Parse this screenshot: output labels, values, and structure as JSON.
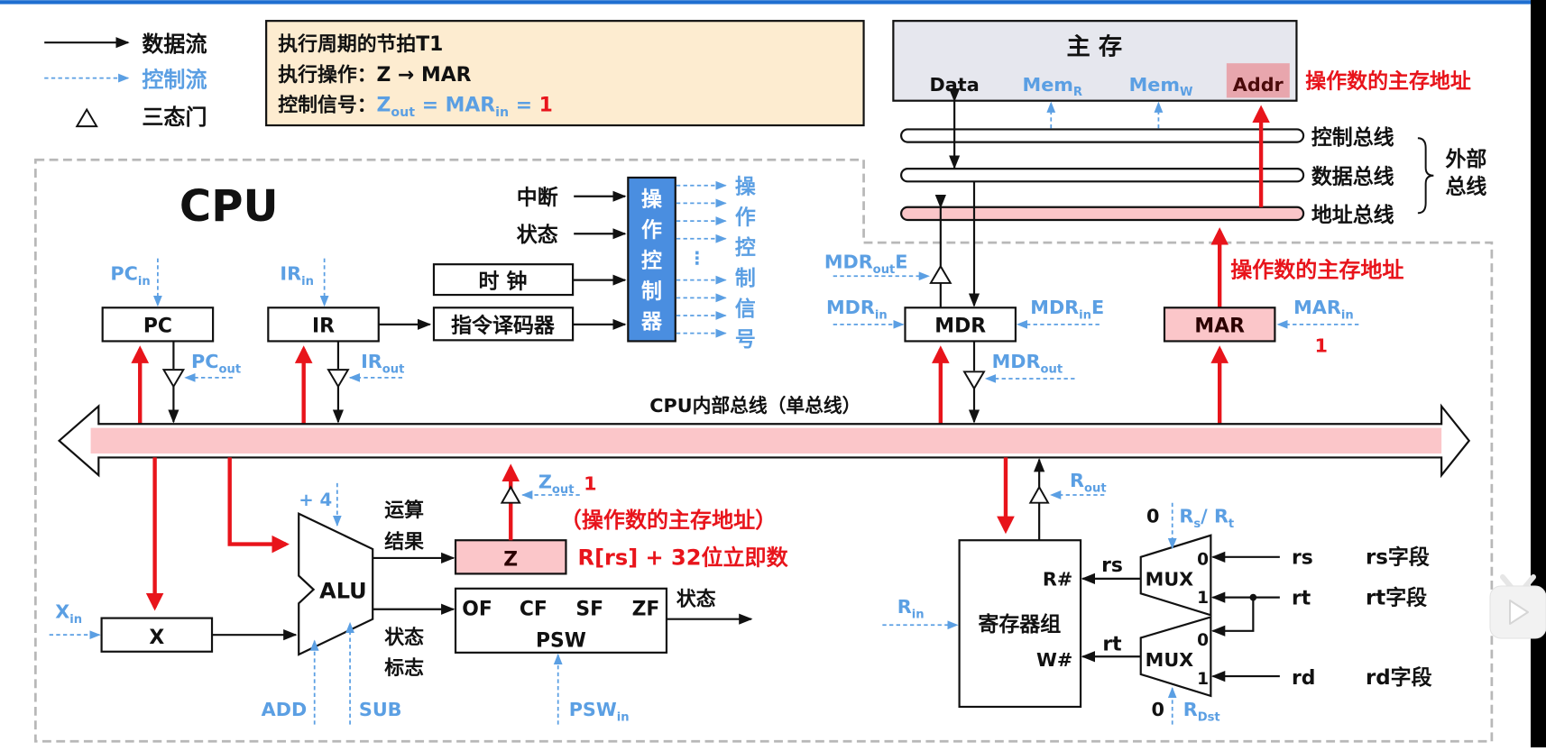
{
  "header_bar": {
    "color": "#1f6fd1"
  },
  "legend": {
    "items": [
      {
        "label": "数据流",
        "icon": "solid-arrow-icon"
      },
      {
        "label": "控制流",
        "icon": "dashed-arrow-icon"
      },
      {
        "label": "三态门",
        "icon": "triangle-icon"
      }
    ]
  },
  "info_box": {
    "line1": "执行周期的节拍T1",
    "line2_prefix": "执行操作：",
    "line2_op": "Z → MAR",
    "line3_prefix": "控制信号：",
    "line3_signals": "Zout = MARin = ",
    "line3_z": "Z",
    "line3_out": "out",
    "line3_eq": " = MAR",
    "line3_in": "in",
    "line3_eq2": " = ",
    "line3_value": "1"
  },
  "memory": {
    "title": "主  存",
    "data": "Data",
    "mem_r": "Mem",
    "mem_r_sub": "R",
    "mem_w": "Mem",
    "mem_w_sub": "W",
    "addr": "Addr",
    "addr_note": "操作数的主存地址"
  },
  "external_bus": {
    "control": "控制总线",
    "data": "数据总线",
    "address": "地址总线",
    "group_label_1": "外部",
    "group_label_2": "总线"
  },
  "cpu": {
    "title": "CPU",
    "internal_bus_label": "CPU内部总线（单总线）",
    "pc": "PC",
    "pc_in": "PC",
    "pc_in_sub": "in",
    "pc_out": "PC",
    "pc_out_sub": "out",
    "ir": "IR",
    "ir_in": "IR",
    "ir_in_sub": "in",
    "ir_out": "IR",
    "ir_out_sub": "out",
    "interrupt": "中断",
    "status": "状态",
    "clock": "时  钟",
    "decoder": "指令译码器",
    "controller": [
      "操",
      "作",
      "控",
      "制",
      "器"
    ],
    "control_signals": [
      "操",
      "作",
      "控",
      "制",
      "信",
      "号"
    ],
    "mdr": "MDR",
    "mdr_out_e": "MDR",
    "mdr_out_e_sub": "out",
    "mdr_out_e_suffix": "E",
    "mdr_in": "MDR",
    "mdr_in_sub": "in",
    "mdr_in_e": "MDR",
    "mdr_in_e_sub": "in",
    "mdr_in_e_suffix": "E",
    "mdr_out": "MDR",
    "mdr_out_sub": "out",
    "mar": "MAR",
    "mar_in": "MAR",
    "mar_in_sub": "in",
    "mar_in_value": "1",
    "mar_note": "操作数的主存地址",
    "x": "X",
    "x_in": "X",
    "x_in_sub": "in",
    "alu": "ALU",
    "plus4": "+ 4",
    "add": "ADD",
    "sub": "SUB",
    "alu_result_1": "运算",
    "alu_result_2": "结果",
    "alu_flags_1": "状态",
    "alu_flags_2": "标志",
    "z": "Z",
    "z_out": "Z",
    "z_out_sub": "out",
    "z_out_value": "1",
    "z_note_1": "（操作数的主存地址）",
    "z_note_2": "R[rs] + 32位立即数",
    "psw": "PSW",
    "psw_flags": [
      "OF",
      "CF",
      "SF",
      "ZF"
    ],
    "psw_in": "PSW",
    "psw_in_sub": "in",
    "psw_status": "状态",
    "regfile": "寄存器组",
    "r_hash": "R#",
    "w_hash": "W#",
    "r_in": "R",
    "r_in_sub": "in",
    "r_out": "R",
    "r_out_sub": "out",
    "mux": "MUX",
    "mux1_sel_value": "0",
    "mux1_sel": "R",
    "mux1_sel_sub1": "s",
    "mux1_sel_mid": "/ R",
    "mux1_sel_sub2": "t",
    "mux2_sel_value": "0",
    "mux2_sel": "R",
    "mux2_sel_sub": "Dst",
    "mux_in0": "0",
    "mux_in1": "1",
    "rs_out": "rs",
    "rt_out": "rt",
    "field_rs": "rs",
    "field_rt": "rt",
    "field_rd": "rd",
    "field_rs_label": "rs字段",
    "field_rt_label": "rt字段",
    "field_rd_label": "rd字段"
  },
  "colors": {
    "data_flow": "#111111",
    "control_flow": "#5b9fe3",
    "active_path": "#e8141b",
    "highlight_fill": "#fbc6c9",
    "info_box_fill": "#fdecd0",
    "memory_fill": "#e6e7ee",
    "controller_fill": "#4a8ee0"
  }
}
